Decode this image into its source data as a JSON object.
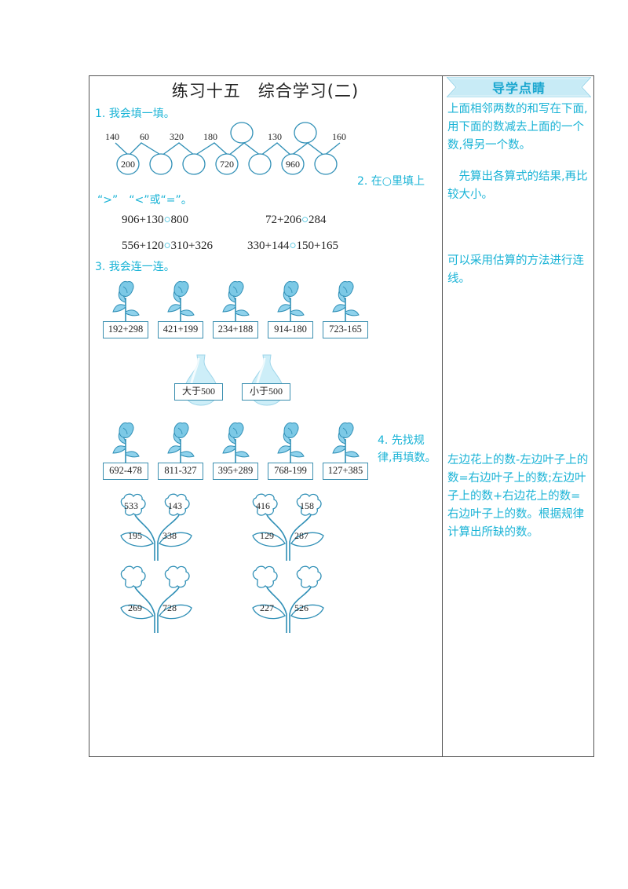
{
  "title": "练习十五　综合学习(二)",
  "sidebar": {
    "banner": "导学点睛",
    "note1": "上面相邻两数的和写在下面,用下面的数减去上面的一个数,得另一个数。",
    "note2": "　先算出各算式的结果,再比较大小。",
    "note3": "可以采用估算的方法进行连线。",
    "note4": "左边花上的数-左边叶子上的数=右边叶子上的数;左边叶子上的数+右边花上的数=右边叶子上的数。根据规律计算出所缺的数。"
  },
  "q1": {
    "label": "1. 我会填一填。",
    "top": [
      "140",
      "60",
      "320",
      "180",
      "",
      "130",
      "",
      "160"
    ],
    "bottom": [
      "200",
      "",
      "",
      "720",
      "",
      "960",
      ""
    ]
  },
  "q2": {
    "label_a": "2. 在○里填上",
    "label_b": "“>”　“<”或“=”。",
    "items": [
      {
        "left": "906+130",
        "right": "800"
      },
      {
        "left": "72+206",
        "right": "284"
      },
      {
        "left": "556+120",
        "right": "310+326"
      },
      {
        "left": "330+144",
        "right": "150+165"
      }
    ]
  },
  "q3": {
    "label": "3. 我会连一连。",
    "top_row": [
      "192+298",
      "421+199",
      "234+188",
      "914-180",
      "723-165"
    ],
    "vases": [
      "大于500",
      "小于500"
    ],
    "bottom_row": [
      "692-478",
      "811-327",
      "395+289",
      "768-199",
      "127+385"
    ]
  },
  "q4": {
    "label": "4. 先找规律,再填数。",
    "plants": [
      {
        "flower_left": "533",
        "flower_right": "143",
        "leaf_left": "195",
        "leaf_right": "338"
      },
      {
        "flower_left": "416",
        "flower_right": "158",
        "leaf_left": "129",
        "leaf_right": "287"
      },
      {
        "flower_left": "",
        "flower_right": "",
        "leaf_left": "269",
        "leaf_right": "728"
      },
      {
        "flower_left": "",
        "flower_right": "",
        "leaf_left": "227",
        "leaf_right": "526"
      }
    ]
  },
  "colors": {
    "accent": "#19b3d6",
    "line": "#3b8fb0",
    "fill": "#bfe6f3"
  }
}
